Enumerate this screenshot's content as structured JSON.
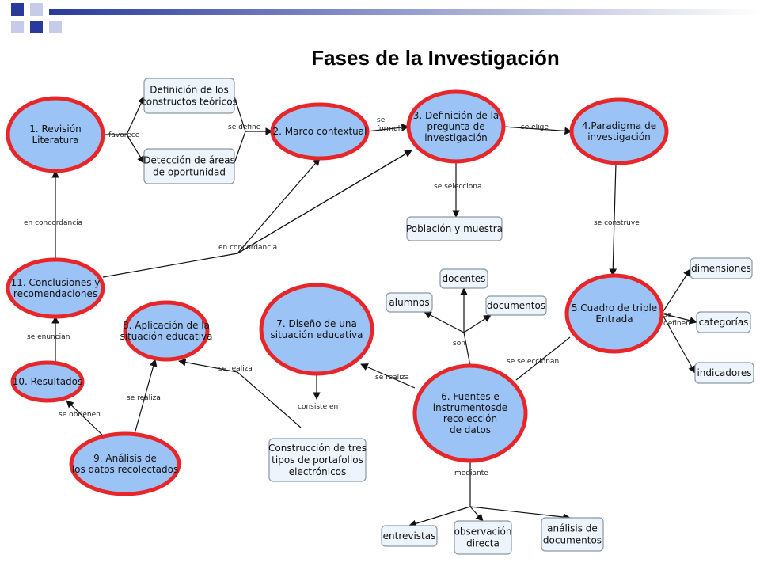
{
  "title": "Fases de la Investigación",
  "colors": {
    "phase_fill": "#9cc3f5",
    "phase_border": "#e8262a",
    "box_fill": "#eef4fb",
    "box_border": "#8a96a3",
    "arrow": "#222222",
    "deco_blue": "#2a3a9c",
    "deco_light": "#c5cbe8"
  },
  "phases": {
    "p1": [
      "1. Revisión",
      "Literatura"
    ],
    "p2": [
      "2. Marco contextual"
    ],
    "p3": [
      "3. Definición de la",
      "pregunta de",
      "investigación"
    ],
    "p4": [
      "4.Paradigma de",
      "investigación"
    ],
    "p5": [
      "5.Cuadro de triple",
      "Entrada"
    ],
    "p6": [
      "6. Fuentes e",
      "instrumentosde",
      "recolección",
      "de datos"
    ],
    "p7": [
      "7. Diseño de una",
      "situación educativa"
    ],
    "p8": [
      "8. Aplicación de la",
      "situación educativa"
    ],
    "p9": [
      "9. Análisis de",
      "los datos recolectados"
    ],
    "p10": [
      "10. Resultados"
    ],
    "p11": [
      "11. Conclusiones y",
      "recomendaciones"
    ]
  },
  "concepts": {
    "constructos": [
      "Definición de los",
      "constructos teóricos"
    ],
    "areas": [
      "Detección de áreas",
      "de oportunidad"
    ],
    "poblacion": [
      "Población y muestra"
    ],
    "dimensiones": [
      "dimensiones"
    ],
    "categorias": [
      "categorías"
    ],
    "indicadores": [
      "indicadores"
    ],
    "docentes": [
      "docentes"
    ],
    "alumnos": [
      "alumnos"
    ],
    "documentos": [
      "documentos"
    ],
    "portafolios": [
      "Construcción de tres",
      "tipos de portafolios",
      "electrónicos"
    ],
    "entrevistas": [
      "entrevistas"
    ],
    "observacion": [
      "observación",
      "directa"
    ],
    "analisis_doc": [
      "análisis de",
      "documentos"
    ]
  },
  "links": {
    "favorece": [
      "-favorece"
    ],
    "se_define": [
      "se define"
    ],
    "se_formula": [
      "se",
      "formula"
    ],
    "se_elige": [
      "se elige"
    ],
    "se_selecciona": [
      "se selecciona"
    ],
    "se_construye": [
      "se construye"
    ],
    "se_definen": [
      "se",
      "definen"
    ],
    "se_seleccionan": [
      "se seleccionan"
    ],
    "son": [
      "son"
    ],
    "se_realiza_6": [
      "se realiza"
    ],
    "consiste_en": [
      "consiste en"
    ],
    "se_realiza_7": [
      "se realiza"
    ],
    "se_realiza_9": [
      "se realiza"
    ],
    "se_obtienen": [
      "se obtienen"
    ],
    "se_enuncian": [
      "se enuncian"
    ],
    "en_concordancia_1": [
      "en concordancia"
    ],
    "en_concordancia_2": [
      "en concordancia"
    ],
    "mediante": [
      "mediante"
    ]
  }
}
